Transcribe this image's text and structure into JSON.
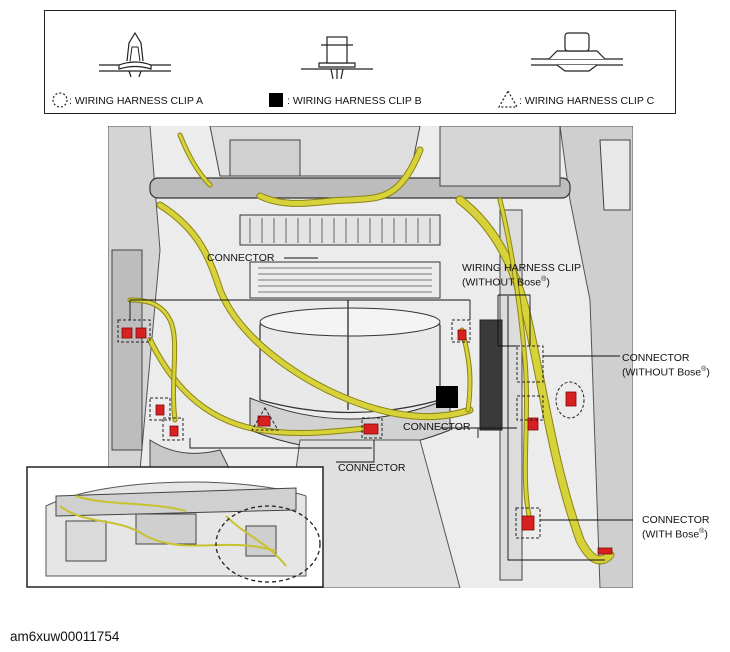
{
  "legend": {
    "clip_a": ": WIRING HARNESS CLIP A",
    "clip_b": ": WIRING HARNESS CLIP B",
    "clip_c": ": WIRING HARNESS CLIP C"
  },
  "callouts": {
    "connector_top": "CONNECTOR",
    "clip_without_line1": "WIRING HARNESS CLIP",
    "clip_without_line2": "(WITHOUT Bose",
    "connector_without_line1": "CONNECTOR",
    "connector_without_line2": "(WITHOUT Bose",
    "connector_mid": "CONNECTOR",
    "connector_bottom": "CONNECTOR",
    "connector_with_line1": "CONNECTOR",
    "connector_with_line2": "(WITH Bose",
    "registered": "®",
    "close_paren": ")"
  },
  "caption": "am6xuw00011754",
  "colors": {
    "harness": "#d8d23a",
    "harness_dark": "#8a8416",
    "connector": "#d92020",
    "structure": "#d9d9d9",
    "structure_dark": "#9a9a9a",
    "outline": "#222222"
  }
}
